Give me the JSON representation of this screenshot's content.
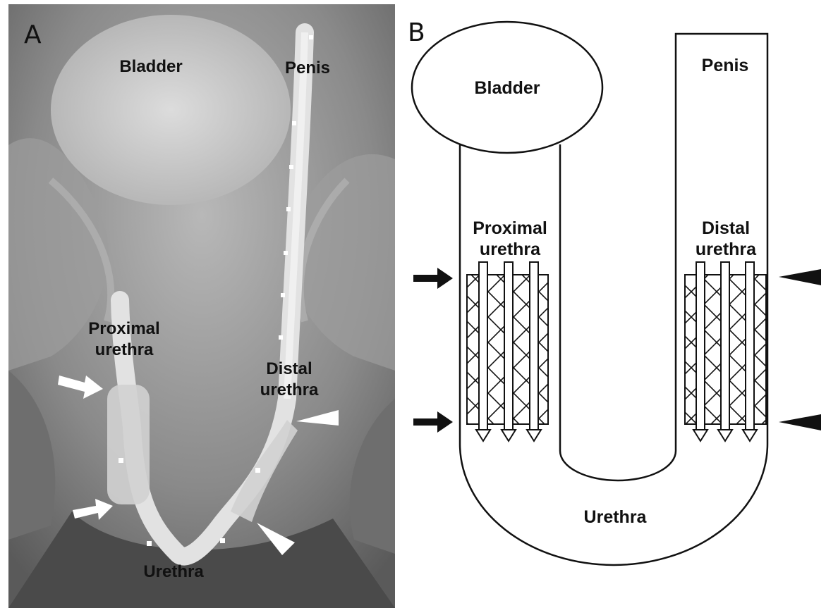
{
  "panel_a": {
    "letter": "A",
    "labels": {
      "bladder": "Bladder",
      "penis": "Penis",
      "proximal_1": "Proximal",
      "proximal_2": "urethra",
      "distal_1": "Distal",
      "distal_2": "urethra",
      "urethra": "Urethra"
    }
  },
  "panel_b": {
    "letter": "B",
    "labels": {
      "bladder": "Bladder",
      "penis": "Penis",
      "proximal_1": "Proximal",
      "proximal_2": "urethra",
      "distal_1": "Distal",
      "distal_2": "urethra",
      "urethra": "Urethra"
    }
  },
  "colors": {
    "xray_dark": "#4a4a4a",
    "xray_light": "#e6e6e6",
    "line": "#111111"
  }
}
